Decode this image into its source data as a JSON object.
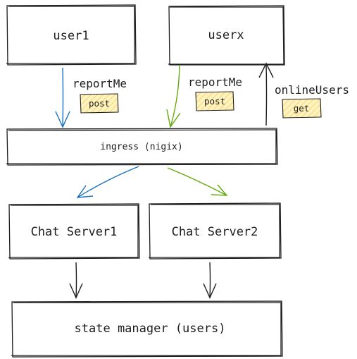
{
  "nodes": {
    "user1": "user1",
    "userx": "userx",
    "ingress": "ingress (nigix)",
    "chat_server_1": "Chat Server1",
    "chat_server_2": "Chat Server2",
    "state_manager": "state manager (users)"
  },
  "edges": {
    "user1_to_ingress": {
      "label": "reportMe",
      "method": "post"
    },
    "userx_to_ingress": {
      "label": "reportMe",
      "method": "post"
    },
    "ingress_to_userx": {
      "label": "onlineUsers",
      "method": "get"
    }
  },
  "colors": {
    "stroke": "#1e1e1e",
    "blue_arrow": "#1971c2",
    "green_arrow": "#66a80f",
    "tag_fill": "#ffec99",
    "tag_stroke": "#f08c00"
  }
}
